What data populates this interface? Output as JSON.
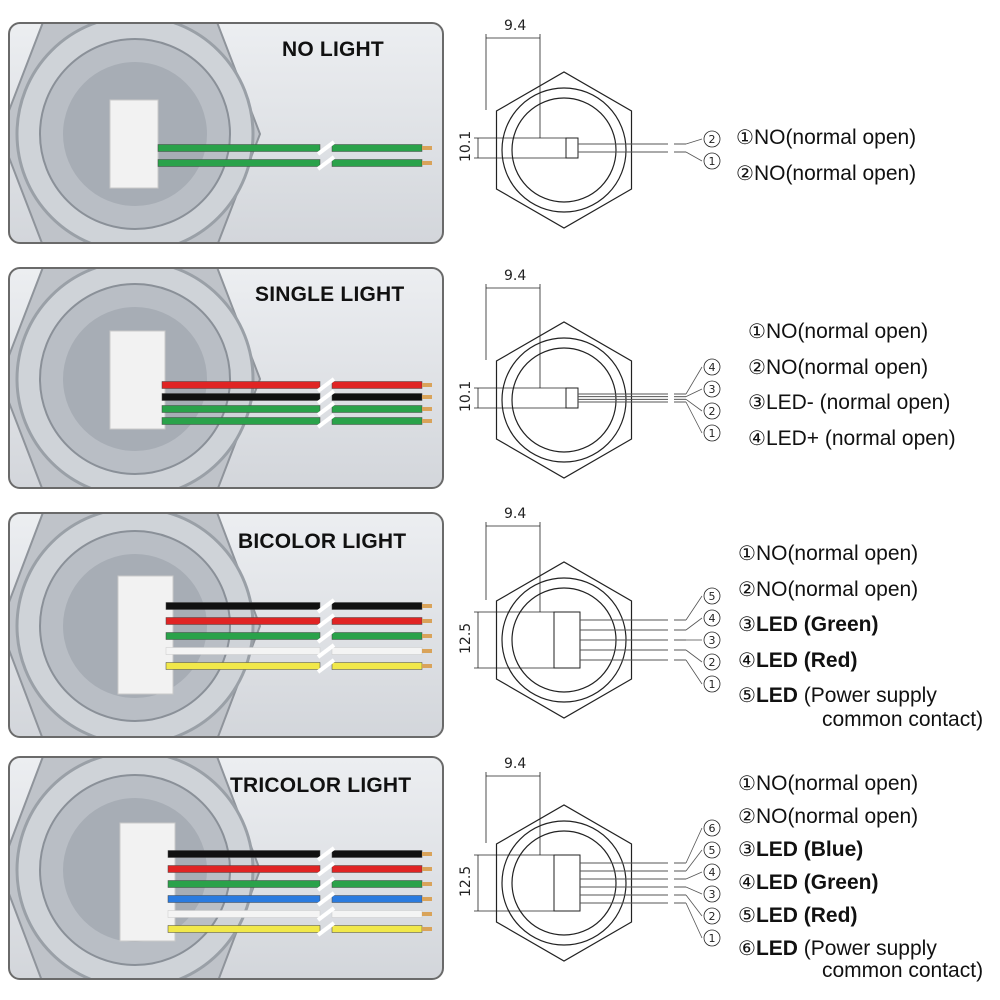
{
  "variants": [
    {
      "title": "NO LIGHT",
      "dim_width": "9.4",
      "dim_height": "10.1",
      "pin_markers": [
        "②",
        "①"
      ],
      "wire_colors": [
        "#2aa24a",
        "#2aa24a"
      ],
      "legend": [
        {
          "num": "①",
          "label": "NO(normal open)"
        },
        {
          "num": "②",
          "label": "NO(normal open)"
        }
      ]
    },
    {
      "title": "SINGLE LIGHT",
      "dim_width": "9.4",
      "dim_height": "10.1",
      "pin_markers": [
        "④",
        "③",
        "②",
        "①"
      ],
      "wire_colors": [
        "#e02424",
        "#111111",
        "#2aa24a",
        "#2aa24a"
      ],
      "legend": [
        {
          "num": "①",
          "label": "NO(normal open)"
        },
        {
          "num": "②",
          "label": "NO(normal open)"
        },
        {
          "num": "③",
          "label": "LED- (normal open)"
        },
        {
          "num": "④",
          "label": "LED+ (normal open)"
        }
      ]
    },
    {
      "title": "BICOLOR LIGHT",
      "dim_width": "9.4",
      "dim_height": "12.5",
      "pin_markers": [
        "⑤",
        "④",
        "③",
        "②",
        "①"
      ],
      "wire_colors": [
        "#111111",
        "#e02424",
        "#2aa24a",
        "#f4f4f4",
        "#f1e84a"
      ],
      "legend": [
        {
          "num": "①",
          "label": "NO(normal open)"
        },
        {
          "num": "②",
          "label": "NO(normal open)"
        },
        {
          "num": "③",
          "label": "LED (Green)"
        },
        {
          "num": "④",
          "label": "LED (Red)"
        },
        {
          "num": "⑤",
          "label": "LED",
          "label_extra": "(Power supply",
          "label_extra2": "common contact)"
        }
      ]
    },
    {
      "title": "TRICOLOR LIGHT",
      "dim_width": "9.4",
      "dim_height": "12.5",
      "pin_markers": [
        "⑥",
        "⑤",
        "④",
        "③",
        "②",
        "①"
      ],
      "wire_colors": [
        "#111111",
        "#e02424",
        "#2aa24a",
        "#2a7be0",
        "#f4f4f4",
        "#f1e84a"
      ],
      "legend": [
        {
          "num": "①",
          "label": "NO(normal open)"
        },
        {
          "num": "②",
          "label": "NO(normal open)"
        },
        {
          "num": "③",
          "label": "LED (Blue)"
        },
        {
          "num": "④",
          "label": "LED (Green)"
        },
        {
          "num": "⑤",
          "label": "LED (Red)"
        },
        {
          "num": "⑥",
          "label": "LED",
          "label_extra": "(Power supply",
          "label_extra2": "common contact)"
        }
      ]
    }
  ]
}
